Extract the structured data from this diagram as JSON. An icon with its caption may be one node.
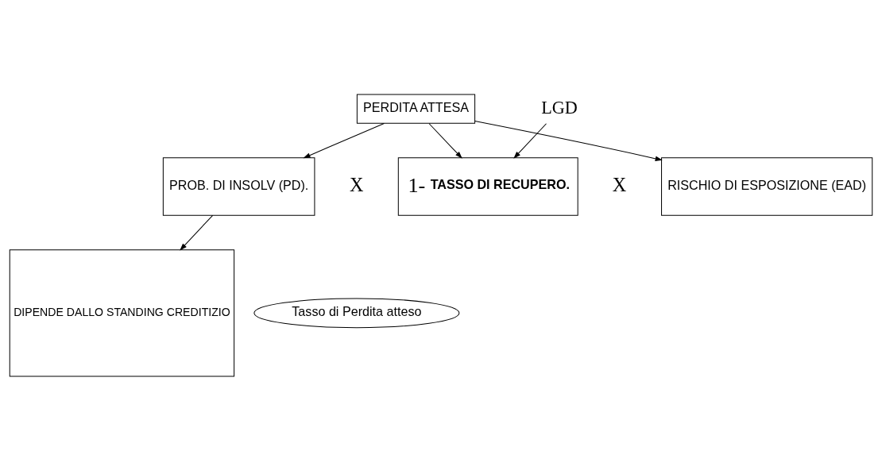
{
  "diagram": {
    "nodes": [
      {
        "text": [
          "PERDITA ATTESA"
        ]
      },
      {
        "text": [
          "PROB. DI INSOLV (PD)."
        ]
      },
      {
        "text": [
          "1-",
          "TASSO DI RECUPERO."
        ]
      },
      {
        "text": [
          "RISCHIO DI ESPOSIZIONE (EAD)"
        ]
      },
      {
        "text": [
          "DIPENDE DALLO STANDING CREDITIZIO"
        ]
      },
      {
        "text": [
          "Tasso di Perdita atteso"
        ]
      },
      {
        "text": [
          "LGD"
        ]
      }
    ],
    "edges": [
      {
        "from": 0,
        "to": 1,
        "arrow": "to"
      },
      {
        "from": 0,
        "to": 2,
        "arrow": "to"
      },
      {
        "from": 0,
        "to": 3,
        "arrow": "to"
      },
      {
        "from": 1,
        "to": 4,
        "arrow": "to"
      },
      {
        "from": 6,
        "to": 2,
        "arrow": "to"
      }
    ],
    "labels": [
      "X",
      "X"
    ]
  }
}
